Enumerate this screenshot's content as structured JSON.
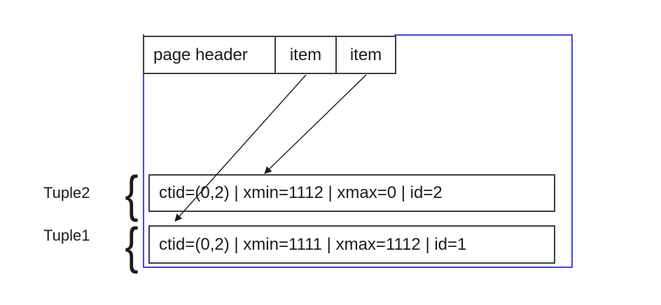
{
  "page": {
    "header_cells": [
      "page header",
      "item",
      "item"
    ],
    "tuples": [
      {
        "label": "Tuple2",
        "content": "ctid=(0,2) | xmin=1112 | xmax=0 | id=2"
      },
      {
        "label": "Tuple1",
        "content": "ctid=(0,2) | xmin=1111 | xmax=1112 | id=1"
      }
    ]
  },
  "glyphs": {
    "brace": "{"
  },
  "colors": {
    "page_border": "#4343ee",
    "box_border": "#3f3f3f",
    "text": "#1b1b1b",
    "background": "#ffffff"
  }
}
